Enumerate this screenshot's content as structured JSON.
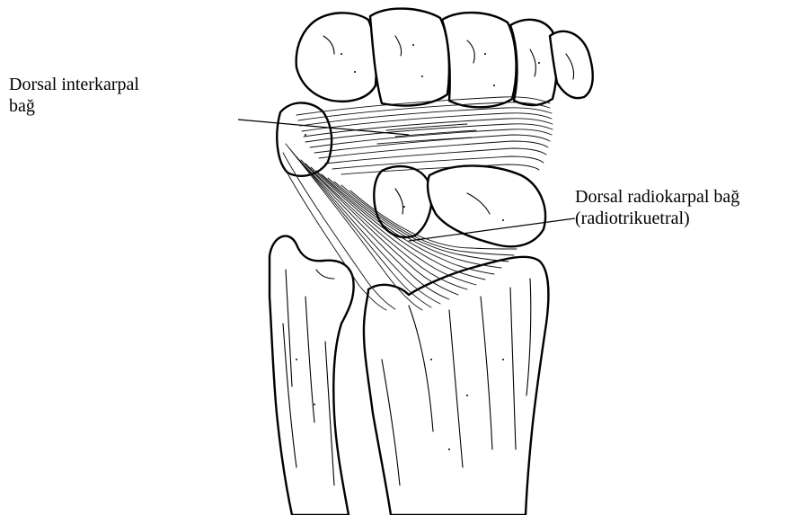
{
  "labels": {
    "dorsal_interkarpal": {
      "line1": "Dorsal interkarpal",
      "line2": "bağ"
    },
    "dorsal_radiokarpal": {
      "line1": "Dorsal radiokarpal bağ",
      "line2": "(radiotrikuetral)"
    }
  },
  "colors": {
    "ink": "#000000",
    "paper": "#ffffff"
  }
}
